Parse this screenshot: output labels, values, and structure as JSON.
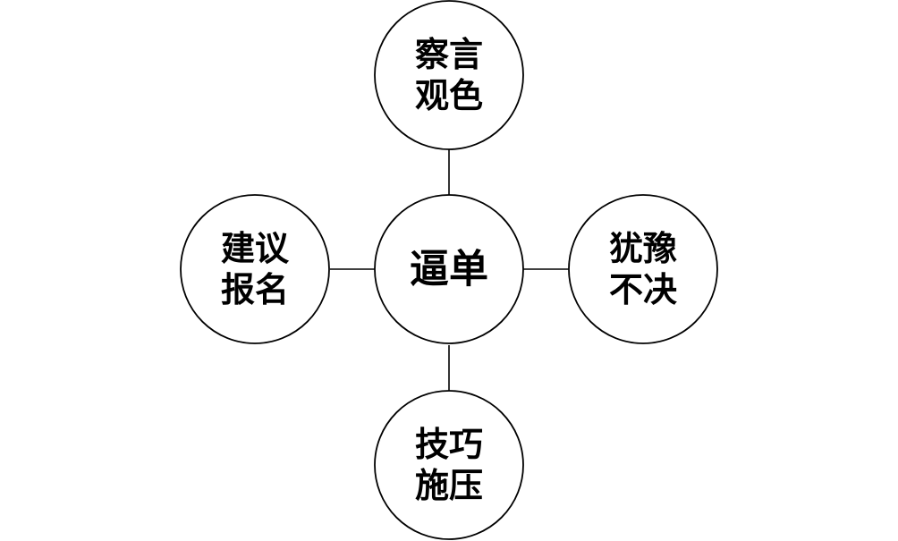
{
  "diagram": {
    "center": {
      "label": "逼单",
      "color": "#e0522a"
    },
    "nodes": {
      "top": {
        "line1": "察言",
        "line2": "观色"
      },
      "left": {
        "line1": "建议",
        "line2": "报名"
      },
      "right": {
        "line1": "犹豫",
        "line2": "不决"
      },
      "bottom": {
        "line1": "技巧",
        "line2": "施压"
      }
    }
  }
}
